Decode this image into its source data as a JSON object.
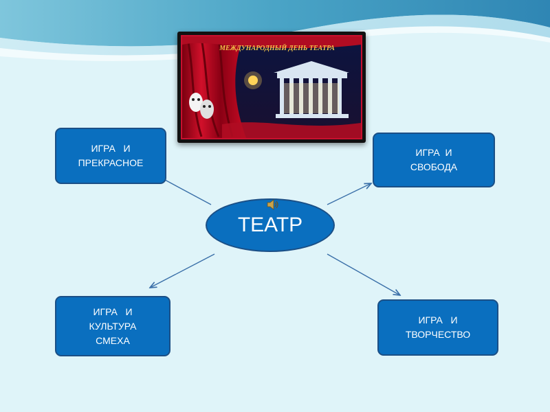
{
  "diagram": {
    "center_label": "ТЕАТР",
    "nodes": [
      {
        "id": "top-left",
        "lines": [
          "ИГРА   И",
          "ПРЕКРАСНОЕ"
        ]
      },
      {
        "id": "top-right",
        "lines": [
          "ИГРА  И",
          "СВОБОДА"
        ]
      },
      {
        "id": "bottom-left",
        "lines": [
          "ИГРА   И",
          "КУЛЬТУРА",
          "СМЕХА"
        ]
      },
      {
        "id": "bottom-right",
        "lines": [
          "ИГРА   И",
          "ТВОРЧЕСТВО"
        ]
      }
    ],
    "banner_caption": "МЕЖДУНАРОДНЫЙ ДЕНЬ ТЕАТРА"
  },
  "colors": {
    "background": "#dff4f9",
    "node_fill": "#0a6fbf",
    "node_border": "#1b4f86",
    "arrow": "#3a6fa8",
    "text": "#ffffff"
  },
  "icons": [
    "speaker-icon",
    "theatre-masks-icon"
  ]
}
